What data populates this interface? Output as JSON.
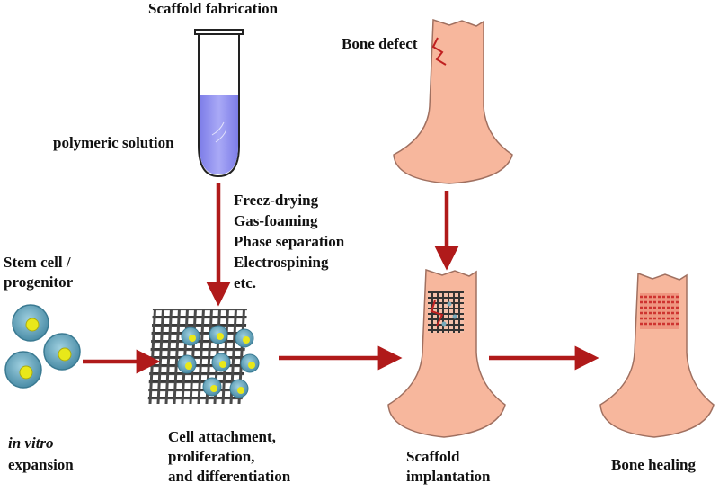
{
  "labels": {
    "scaffold_fabrication": "Scaffold fabrication",
    "bone_defect": "Bone defect",
    "polymeric_solution": "polymeric solution",
    "methods": [
      "Freez-drying",
      "Gas-foaming",
      "Phase separation",
      "Electrospining",
      "etc."
    ],
    "stem_cell": [
      "Stem cell /",
      "progenitor"
    ],
    "in_vitro": "in vitro",
    "expansion": "expansion",
    "cell_attachment": [
      "Cell attachment,",
      "proliferation,",
      "and differentiation"
    ],
    "scaffold_implantation": [
      "Scaffold",
      "implantation"
    ],
    "bone_healing": "Bone healing"
  },
  "colors": {
    "arrow": "#b01a1a",
    "bone": "#f7b79d",
    "bone_outline": "#9a6a55",
    "solution": "#8f8ff0",
    "cell_outer": "#5a9cb4",
    "cell_nucleus": "#e8e81a",
    "mesh": "#444444",
    "defect_crack": "#c02020",
    "healing_tissue": "#d93a3a"
  }
}
